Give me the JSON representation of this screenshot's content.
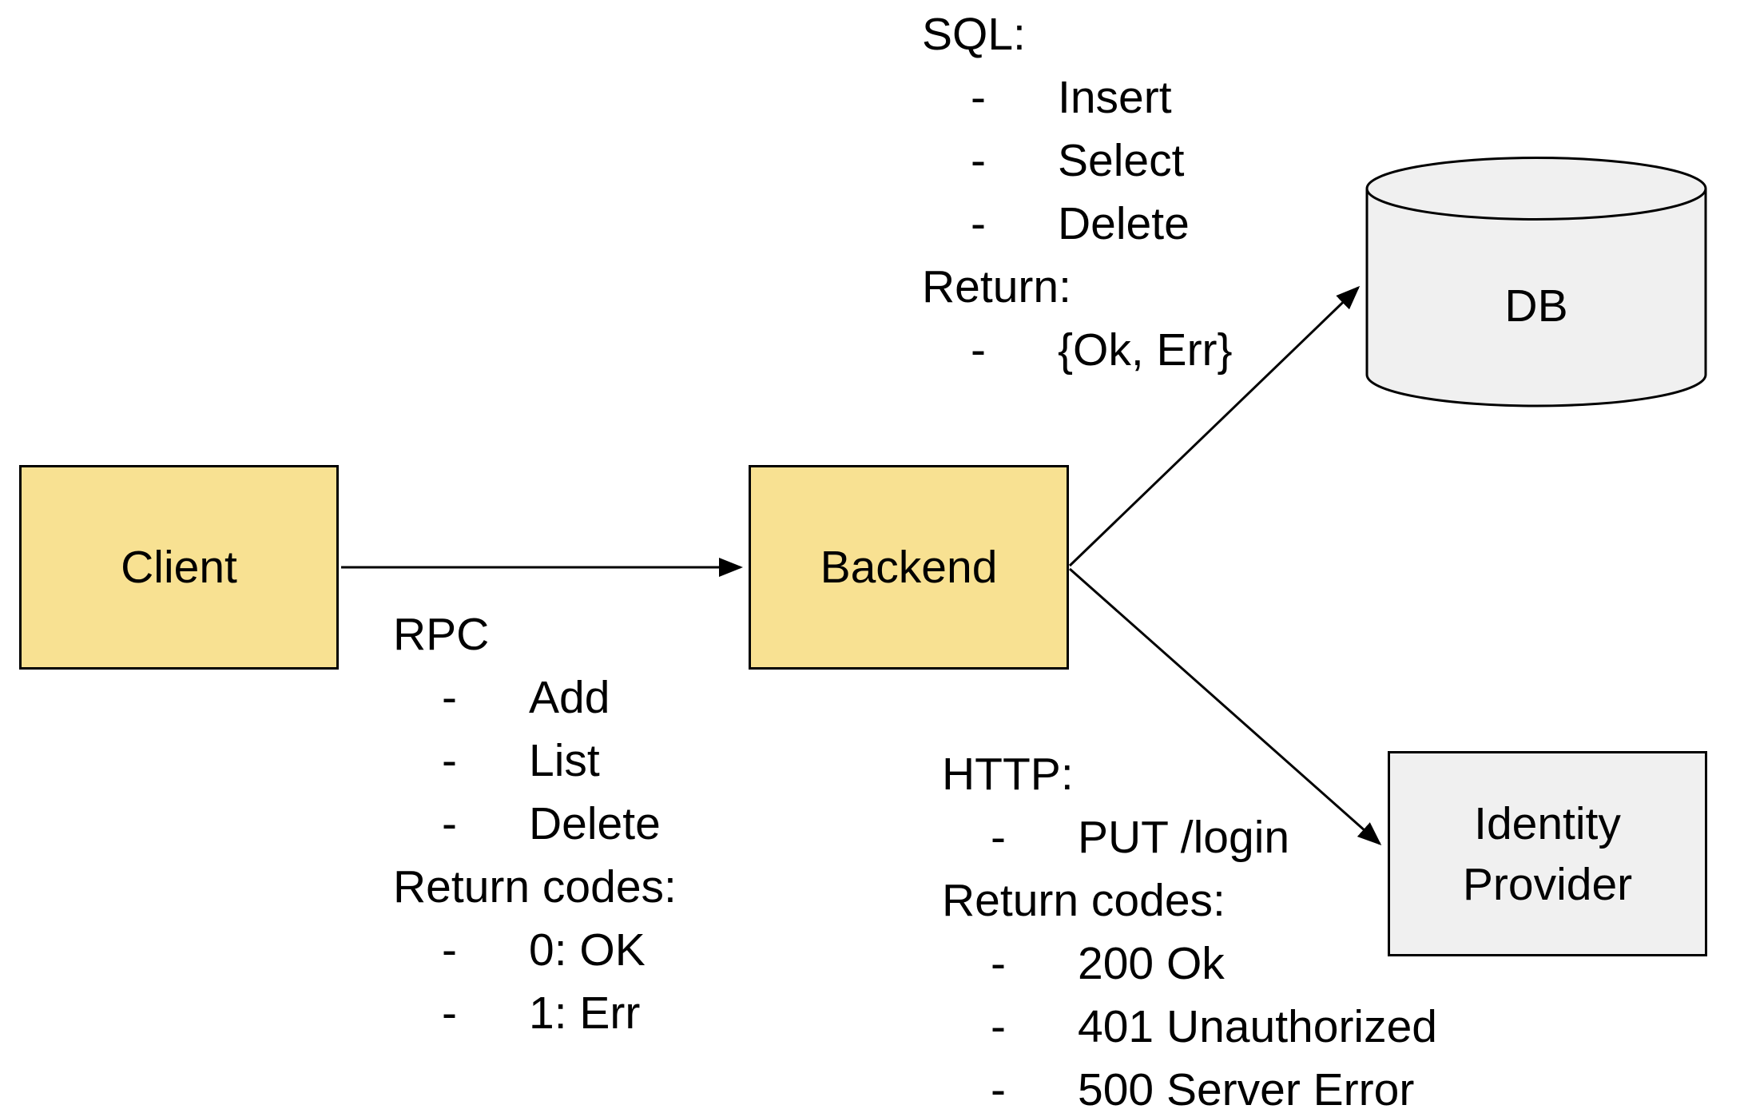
{
  "colors": {
    "background": "#FFFFFF",
    "service_fill": "#F8E192",
    "external_fill": "#F0F0F0",
    "outline": "#000000",
    "text": "#000000"
  },
  "nodes": {
    "client": {
      "label": "Client"
    },
    "backend": {
      "label": "Backend"
    },
    "db": {
      "label": "DB"
    },
    "identity_provider": {
      "label": "Identity Provider"
    }
  },
  "annotations": {
    "sql": {
      "lines": [
        {
          "text": "SQL:"
        },
        {
          "bullet": "-",
          "text": "Insert"
        },
        {
          "bullet": "-",
          "text": "Select"
        },
        {
          "bullet": "-",
          "text": "Delete"
        },
        {
          "text": "Return:"
        },
        {
          "bullet": "-",
          "text": "{Ok, Err}"
        }
      ]
    },
    "rpc": {
      "lines": [
        {
          "text": "RPC"
        },
        {
          "bullet": "-",
          "text": "Add"
        },
        {
          "bullet": "-",
          "text": "List"
        },
        {
          "bullet": "-",
          "text": "Delete"
        },
        {
          "text": "Return codes:"
        },
        {
          "bullet": "-",
          "text": "0: OK"
        },
        {
          "bullet": "-",
          "text": "1: Err"
        }
      ]
    },
    "http": {
      "lines": [
        {
          "text": "HTTP:"
        },
        {
          "bullet": "-",
          "text": "PUT /login"
        },
        {
          "text": "Return codes:"
        },
        {
          "bullet": "-",
          "text": "200 Ok"
        },
        {
          "bullet": "-",
          "text": "401 Unauthorized"
        },
        {
          "bullet": "-",
          "text": "500 Server Error"
        }
      ]
    }
  }
}
